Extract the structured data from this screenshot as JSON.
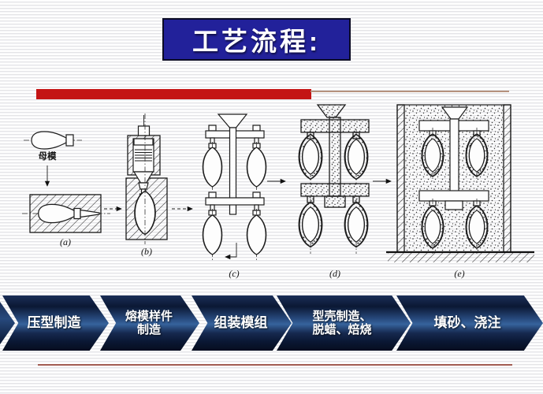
{
  "slide": {
    "title": "工艺流程:"
  },
  "diagram": {
    "master_pattern_label": "母模",
    "step_labels": [
      "(a)",
      "(b)",
      "(c)",
      "(d)",
      "(e)"
    ]
  },
  "process": {
    "steps": [
      {
        "lines": [
          "压型制造"
        ]
      },
      {
        "lines": [
          "熔模样件",
          "制造"
        ]
      },
      {
        "lines": [
          "组装模组"
        ]
      },
      {
        "lines": [
          "型壳制造、",
          "脱蜡、焙烧"
        ]
      },
      {
        "lines": [
          "填砂、浇注"
        ]
      }
    ]
  },
  "colors": {
    "title-bg": "#22219a",
    "red-bar": "#c41414",
    "tan-line": "#b5917d",
    "bottom-line": "#a25c52",
    "stripe": "#e4e4e7",
    "arrow-navy": "#0a1733",
    "arrow-highlight": "#36639c"
  }
}
